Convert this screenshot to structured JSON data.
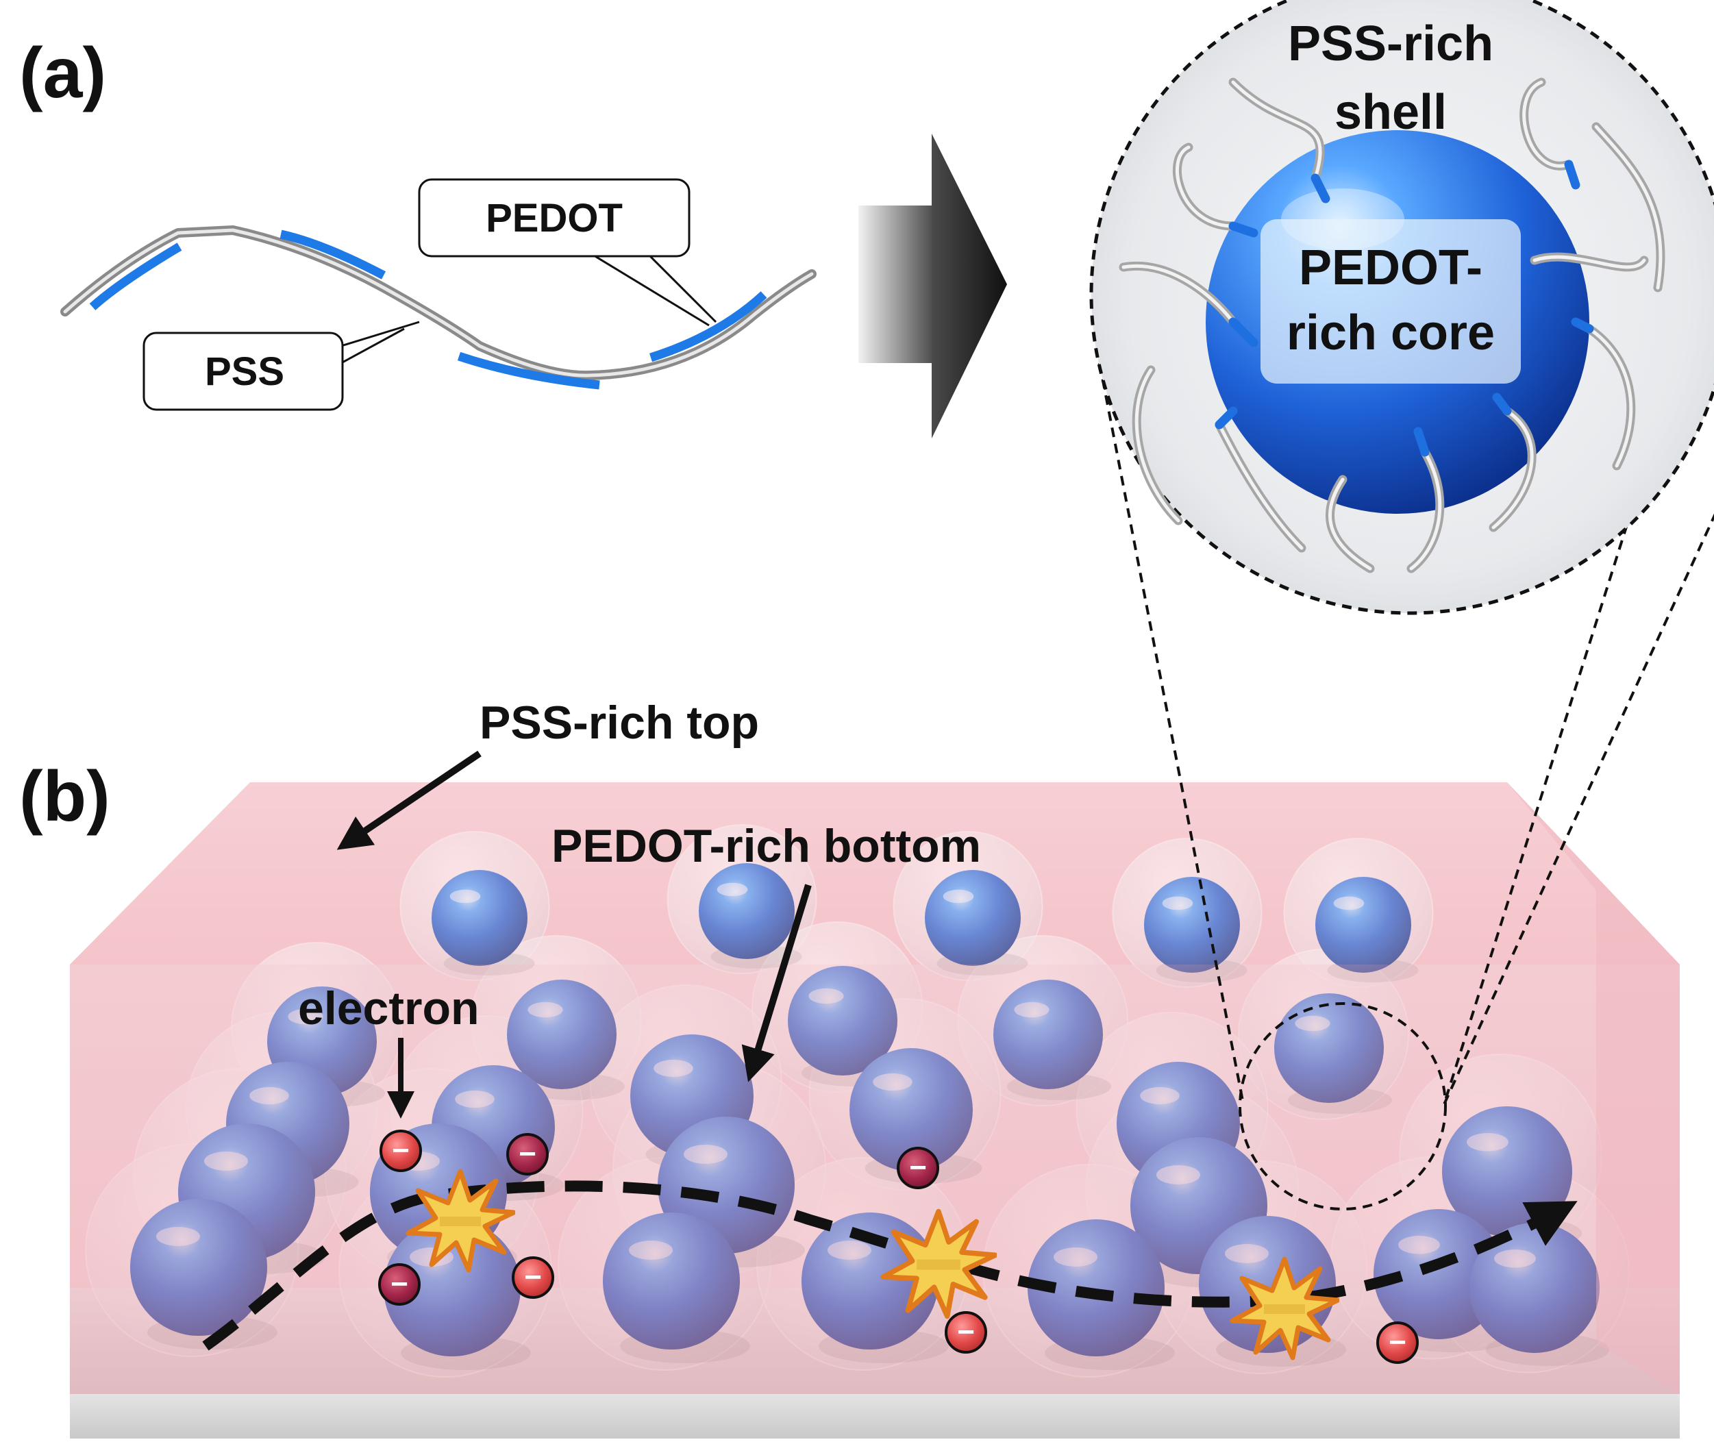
{
  "panel_a": {
    "label": "(a)",
    "chain": {
      "pedot_label": "PEDOT",
      "pss_label": "PSS"
    },
    "zoom_particle": {
      "shell_label_line1": "PSS-rich",
      "shell_label_line2": "shell",
      "core_label_line1": "PEDOT-",
      "core_label_line2": "rich core"
    }
  },
  "panel_b": {
    "label": "(b)",
    "top_layer_label": "PSS-rich top",
    "bottom_layer_label": "PEDOT-rich bottom",
    "electron_label": "electron",
    "electron_symbol": "−"
  },
  "colors": {
    "pedot_blue": "#1e6fe0",
    "pss_gray": "#9a9a9a",
    "top_layer_pink": "#f3c2c8",
    "electron_red": "#e14a4a",
    "collision_yellow": "#f3c94e",
    "collision_orange": "#e07a1a"
  }
}
